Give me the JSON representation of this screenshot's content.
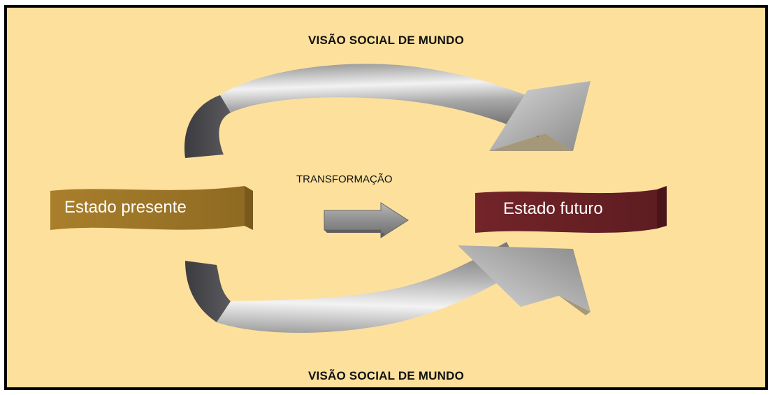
{
  "diagram": {
    "top_label": "VISÃO SOCIAL DE MUNDO",
    "bottom_label": "VISÃO SOCIAL DE MUNDO",
    "middle_label": "TRANSFORMAÇÃO",
    "present_state": "Estado presente",
    "future_state": "Estado futuro"
  },
  "colors": {
    "background": "#fde09c",
    "frame": "#000000",
    "present_box": "#9c7526",
    "future_box": "#6b2226",
    "arrow_light": "#e6e6e6",
    "arrow_dark": "#4b4b4e"
  }
}
